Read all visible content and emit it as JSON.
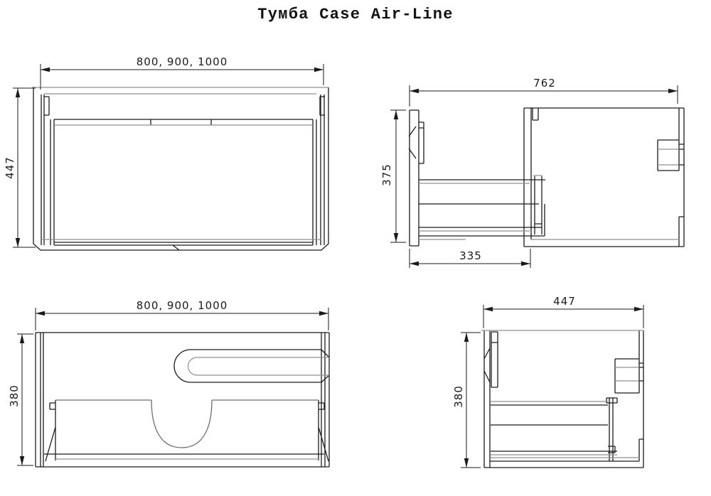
{
  "title": "Тумба Case Air-Line",
  "colors": {
    "line": "#1a1a1a",
    "secondary_line": "#8f8f8f",
    "background": "#ffffff"
  },
  "views": {
    "front": {
      "width_label": "800, 900, 1000",
      "height_label": "447"
    },
    "side_open": {
      "depth_label": "762",
      "height_label": "375",
      "extension_label": "335"
    },
    "plan": {
      "width_label": "800, 900, 1000",
      "depth_label": "380"
    },
    "side_closed": {
      "depth_label": "447",
      "height_label": "380"
    }
  }
}
